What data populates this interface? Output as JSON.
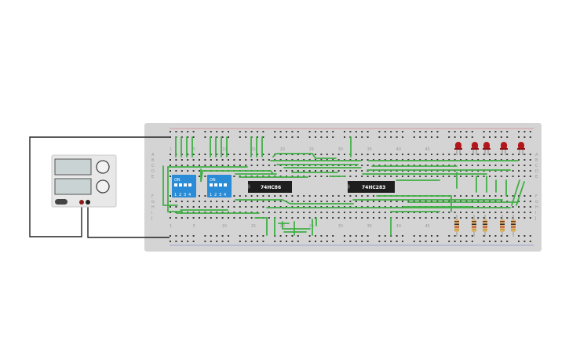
{
  "board": {
    "col_labels": [
      "1",
      "5",
      "10",
      "15",
      "20",
      "25",
      "30",
      "35",
      "40",
      "45"
    ],
    "row_labels_top": [
      "A",
      "B",
      "C",
      "D",
      "E"
    ],
    "row_labels_bottom": [
      "F",
      "G",
      "H",
      "I",
      "J"
    ]
  },
  "chips": [
    {
      "id": "chip-74hc86",
      "label": "74HC86"
    },
    {
      "id": "chip-74hc283",
      "label": "74HC283"
    }
  ],
  "dip_switches": [
    {
      "id": "dip-switch-1",
      "on_label": "ON",
      "positions": [
        "1",
        "2",
        "3",
        "4"
      ]
    },
    {
      "id": "dip-switch-2",
      "on_label": "ON",
      "positions": [
        "1",
        "2",
        "3",
        "4"
      ]
    }
  ],
  "leds": {
    "count": 5,
    "color": "#b3171c"
  },
  "resistors": {
    "count": 5
  },
  "wire_color": "#3fb045",
  "power_supply": {
    "label": ""
  }
}
